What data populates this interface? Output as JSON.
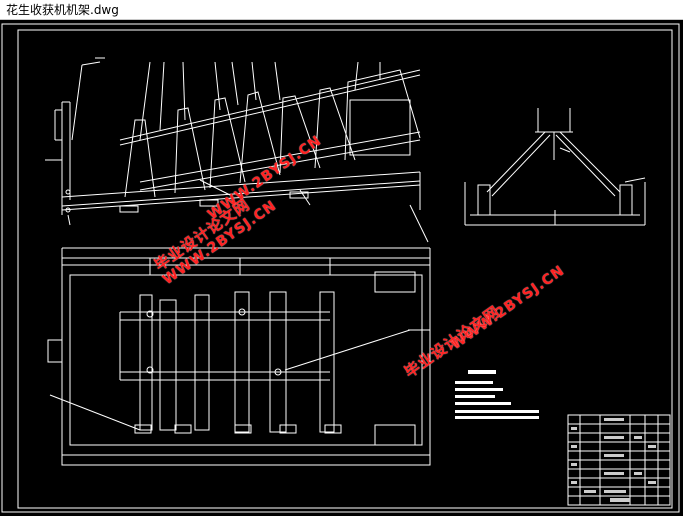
{
  "window": {
    "title": "花生收获机机架.dwg"
  },
  "watermarks": [
    {
      "id": "wm1-cn",
      "text": "毕业设计论文网"
    },
    {
      "id": "wm1-url",
      "text": "WWW.2BYSJ.CN"
    },
    {
      "id": "wm2-url",
      "text": "WWW.2BYSJ.CN"
    },
    {
      "id": "wm3-cn",
      "text": "毕业设计论文网"
    },
    {
      "id": "wm3-url",
      "text": "WWW.2BYSJ.CN"
    }
  ],
  "colors": {
    "drawing_background": "#000000",
    "line_color": "#ffffff",
    "watermark_color": "#ff2222"
  }
}
